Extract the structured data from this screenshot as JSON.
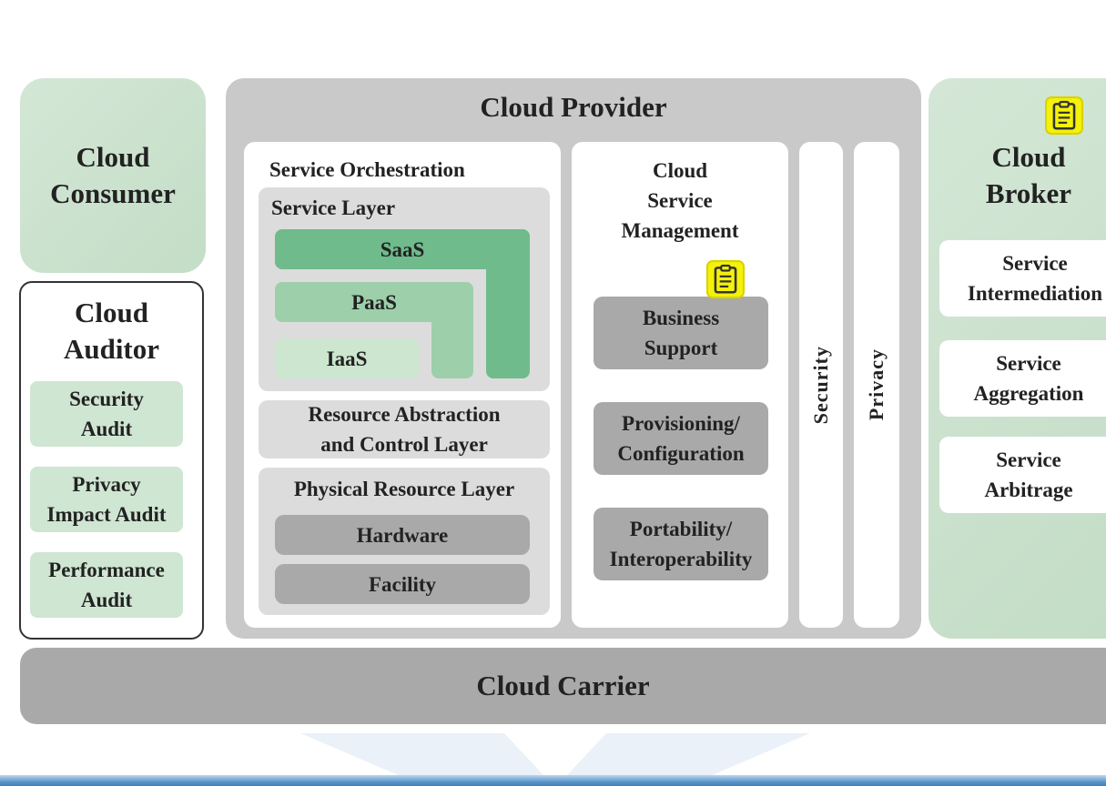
{
  "cloud_consumer": "Cloud\nConsumer",
  "cloud_auditor": {
    "title": "Cloud\nAuditor",
    "items": [
      "Security\nAudit",
      "Privacy\nImpact Audit",
      "Performance\nAudit"
    ]
  },
  "cloud_provider": {
    "title": "Cloud Provider",
    "service_orchestration": {
      "title": "Service Orchestration",
      "service_layer": {
        "title": "Service Layer",
        "saas": "SaaS",
        "paas": "PaaS",
        "iaas": "IaaS"
      },
      "resource_layer": "Resource Abstraction\nand Control Layer",
      "physical_layer": {
        "title": "Physical Resource Layer",
        "hardware": "Hardware",
        "facility": "Facility"
      }
    },
    "service_management": {
      "title": "Cloud\nService\nManagement",
      "items": [
        "Business\nSupport",
        "Provisioning/\nConfiguration",
        "Portability/\nInteroperability"
      ]
    },
    "security": "Security",
    "privacy": "Privacy"
  },
  "cloud_broker": {
    "title": "Cloud\nBroker",
    "items": [
      "Service\nIntermediation",
      "Service\nAggregation",
      "Service\nArbitrage"
    ]
  },
  "cloud_carrier": "Cloud Carrier",
  "colors": {
    "saas": "#6fbb8c",
    "paas": "#9dd0aa",
    "iaas": "#cce6cf",
    "note_icon": "#f4f10a"
  },
  "icons": [
    "note-icon",
    "note-icon"
  ]
}
